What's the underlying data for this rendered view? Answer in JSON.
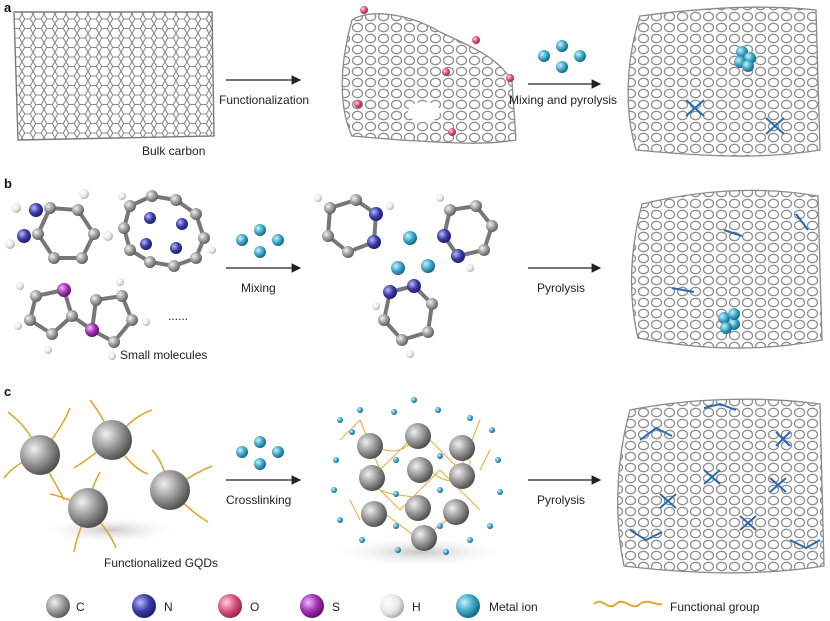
{
  "panels": {
    "a": {
      "letter": "a",
      "labels": {
        "left": "Bulk carbon",
        "arrow1": "Functionalization",
        "arrow2": "Mixing and pyrolysis"
      }
    },
    "b": {
      "letter": "b",
      "labels": {
        "left": "Small molecules",
        "ellipsis": "......",
        "arrow1": "Mixing",
        "arrow2": "Pyrolysis"
      }
    },
    "c": {
      "letter": "c",
      "labels": {
        "left": "Functionalized GQDs",
        "arrow1": "Crosslinking",
        "arrow2": "Pyrolysis"
      }
    }
  },
  "legend": [
    {
      "label": "C",
      "icon": "carbon-atom-icon",
      "color": "#9a9a9a"
    },
    {
      "label": "N",
      "icon": "nitrogen-atom-icon",
      "color": "#3a3aa8"
    },
    {
      "label": "O",
      "icon": "oxygen-atom-icon",
      "color": "#d8527a"
    },
    {
      "label": "S",
      "icon": "sulfur-atom-icon",
      "color": "#a12fb0"
    },
    {
      "label": "H",
      "icon": "hydrogen-atom-icon",
      "color": "#e8e8e8"
    },
    {
      "label": "Metal ion",
      "icon": "metal-ion-icon",
      "color": "#3aa6c8"
    },
    {
      "label": "Functional group",
      "icon": "functional-group-icon",
      "color": "#e0a832"
    }
  ]
}
